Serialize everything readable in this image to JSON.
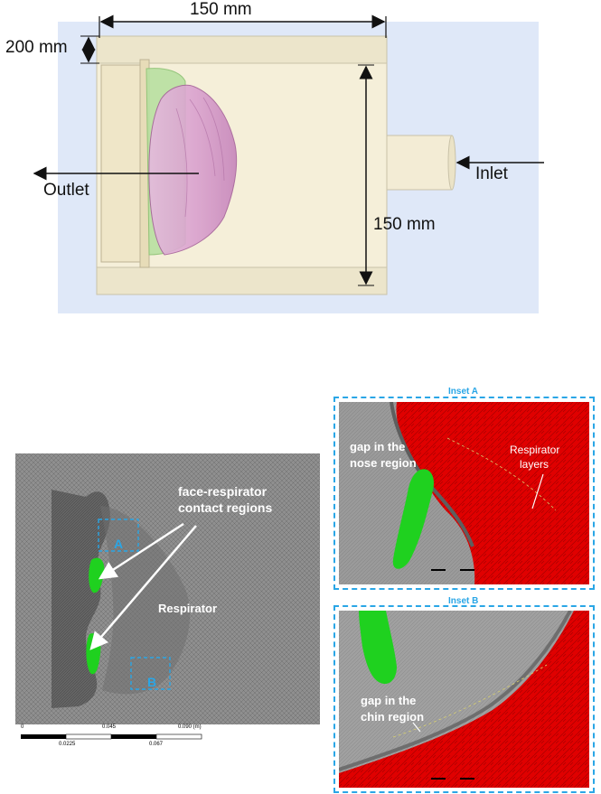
{
  "top_panel": {
    "dim_width": "150 mm",
    "dim_depth": "200 mm",
    "dim_height": "150 mm",
    "inlet_label": "Inlet",
    "outlet_label": "Outlet"
  },
  "mesh_panel": {
    "contact_label_line1": "face-respirator",
    "contact_label_line2": "contact regions",
    "respirator_label": "Respirator",
    "box_a_label": "A",
    "box_b_label": "B",
    "scale_top": [
      "0",
      "0.045",
      "0.090 (m)"
    ],
    "scale_bottom": [
      "0.0225",
      "0.067"
    ]
  },
  "inset_a": {
    "title": "Inset A",
    "gap_line1": "gap in the",
    "gap_line2": "nose region",
    "layers_line1": "Respirator",
    "layers_line2": "layers"
  },
  "inset_b": {
    "title": "Inset B",
    "gap_line1": "gap in the",
    "gap_line2": "chin region"
  },
  "colors": {
    "domain_bg": "#dfe8f8",
    "box_fill": "#f5efd9",
    "respirator_pink": "#d9a3d2",
    "contact_green": "#33d633",
    "mask_red": "#e60000",
    "inset_border": "#2aa6e6"
  }
}
